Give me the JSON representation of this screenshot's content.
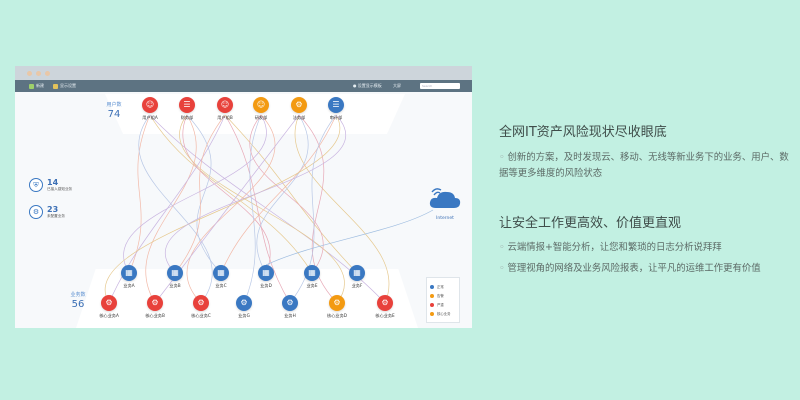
{
  "toolbar": {
    "item1": "新建",
    "item2": "显示设置",
    "right1": "● 设置显示模板",
    "right2": "大屏",
    "search_placeholder": "Search"
  },
  "top_group": {
    "title": "用户数",
    "count": "74"
  },
  "top_nodes": [
    {
      "label": "用户组A",
      "color": "#e8413b",
      "icon": "user-icon"
    },
    {
      "label": "财务部",
      "color": "#e8413b",
      "icon": "document-icon"
    },
    {
      "label": "用户组B",
      "color": "#e8413b",
      "icon": "user-icon"
    },
    {
      "label": "研发部",
      "color": "#f39a12",
      "icon": "user-icon"
    },
    {
      "label": "法务部",
      "color": "#f39a12",
      "icon": "gear-icon"
    },
    {
      "label": "审计部",
      "color": "#3a78c2",
      "icon": "document-icon"
    }
  ],
  "stats": [
    {
      "value": "14",
      "caption": "已接入感知业务"
    },
    {
      "value": "23",
      "caption": "未配置业务"
    }
  ],
  "internet_label": "Internet",
  "legend": [
    {
      "label": "正常",
      "color": "#3a78c2"
    },
    {
      "label": "告警",
      "color": "#f39a12"
    },
    {
      "label": "严重",
      "color": "#e8413b"
    },
    {
      "label": "核心业务",
      "color": "#f39a12"
    }
  ],
  "bottom_group": {
    "title": "业务数",
    "count": "56"
  },
  "business_nodes_row1": [
    {
      "label": "业务A",
      "color": "#3a78c2"
    },
    {
      "label": "业务B",
      "color": "#3a78c2"
    },
    {
      "label": "业务C",
      "color": "#3a78c2"
    },
    {
      "label": "业务D",
      "color": "#3a78c2"
    },
    {
      "label": "业务E",
      "color": "#3a78c2"
    },
    {
      "label": "业务F",
      "color": "#3a78c2"
    }
  ],
  "business_nodes_row2": [
    {
      "label": "核心业务A",
      "color": "#e8413b"
    },
    {
      "label": "核心业务B",
      "color": "#e8413b"
    },
    {
      "label": "核心业务C",
      "color": "#e8413b"
    },
    {
      "label": "业务G",
      "color": "#3a78c2"
    },
    {
      "label": "业务H",
      "color": "#3a78c2"
    },
    {
      "label": "核心业务D",
      "color": "#f39a12"
    },
    {
      "label": "核心业务E",
      "color": "#e8413b"
    }
  ],
  "right_panel": {
    "heading1": "全网IT资产风险现状尽收眼底",
    "bullet1": "创新的方案，及时发现云、移动、无线等新业务下的业务、用户、数据等更多维度的风险状态",
    "heading2": "让安全工作更高效、价值更直观",
    "bullet2": "云端情报+智能分析，让您和繁琐的日志分析说拜拜",
    "bullet3": "管理视角的网络及业务风险报表，让平凡的运维工作更有价值"
  }
}
